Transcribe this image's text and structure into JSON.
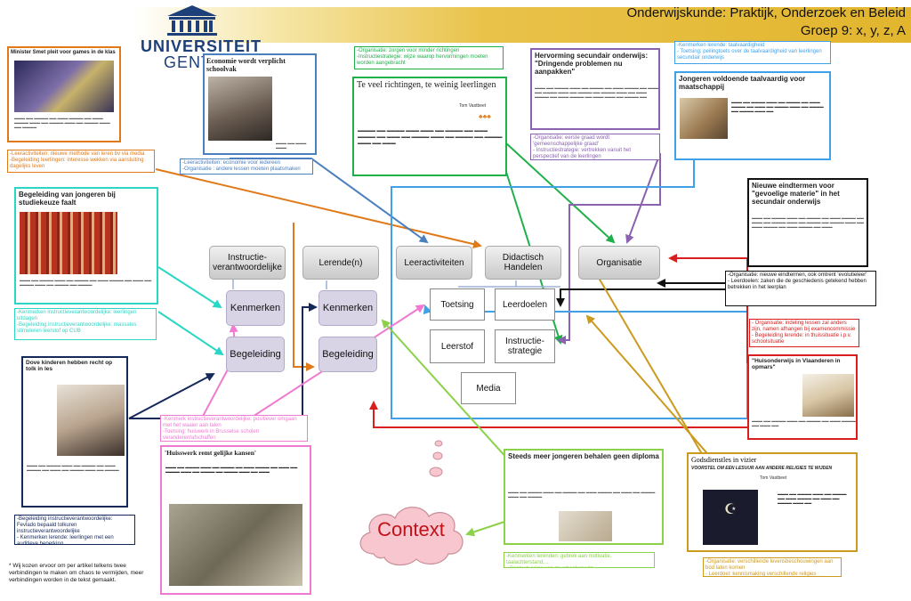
{
  "header": {
    "title_line1": "Onderwijskunde: Praktijk, Onderzoek en Beleid",
    "title_line2": "Groep 9: x, y, z, A"
  },
  "logo": {
    "line1": "UNIVERSITEIT",
    "line2": "GENT"
  },
  "nodes": {
    "instructie": "Instructie-verantwoordelijke",
    "lerende": "Lerende(n)",
    "leeractiviteiten": "Leeractiviteiten",
    "didactisch": "Didactisch Handelen",
    "organisatie": "Organisatie",
    "kenmerken1": "Kenmerken",
    "begeleiding1": "Begeleiding",
    "kenmerken2": "Kenmerken",
    "begeleiding2": "Begeleiding",
    "toetsing": "Toetsing",
    "leerdoelen": "Leerdoelen",
    "leerstof": "Leerstof",
    "instructiestrategie": "Instructie-strategie",
    "media": "Media",
    "context": "Context"
  },
  "notes": {
    "orange": "-Leeractiviteiten: nieuwe methode van leren bv via media\n-Begeleiding leerlingen: interesse wekken via aansluiting dagelijks leven",
    "blue_eco": "-Leeractiviteiten: economie voor iedereen\n-Organisatie : andere lessen moeten plaatsmaken",
    "green_top": "-Organisatie: zorgen voor minder richtingen\n-Instructiestrategie: wijze waarop hervormingen moeten worden aangebracht",
    "purple_mid": "-Organisatie: eerste graad wordt 'gemeenschappelijke graad'\n- Instructiestrategie: vertrekken vanuit het perspectief van de leerlingen",
    "blue_right": "-Kenmerken lerende: taalvaardigheid\n- Toetsing: peilingtoets over de taalvaardigheid van leerlingen secundair onderwijs",
    "black_right": "-Organisatie: nieuwe eindtermen, ook omtrent 'evolutieleer'\n- Leerdoelen: zaken die de geschiedenis getekend hebben betrekken in het leerplan",
    "red_right": "- Organisatie: indeling lessen zal anders zijn, namen afhangen bij examencommissie\n- Begeleiding lerende: in thuissituatie i.p.v. schoolsituatie",
    "cyan_left": "-Kenmerken instructieverantwoordelijke: leerlingen uitdagen\n-Begeleiding instructieverantwoordelijke: massales stimuleren leerstof op CUB",
    "pink_mid": "-Kenmerk instructieverantwoordelijke: positiever omgaan met het waaier aan talen\n-Toetsing: huiswerk in Brusselse scholen veranderen/afschaffen",
    "navy_left": "-Begeleiding instructieverantwoordelijke: Fevlado bepaald tolkuren instructieverantwoordelijke\n- Kenmerken lerende: leerlingen met een auditieve beperking",
    "lime_bottom": "-Kenmerken lerenden: gebrek aan motivatie, taalachterstand,...\n- Context: crisis van de arbeidsmarkt",
    "gold_bottom": "-Organisatie: verschillende levensbeschouwingen aan bod laten komen\n- Leerdoel: kennismaking verschillende religies",
    "footnote": "* Wij kozen ervoor om per artikel telkens twee verbindingen te maken om chaos te vermijden, meer verbindingen worden in de tekst gemaakt."
  },
  "articles": {
    "a1": {
      "title": "Minister Smet pleit voor games in de klas"
    },
    "a2": {
      "title": "Economie wordt verplicht schoolvak"
    },
    "a3": {
      "title": "Te veel richtingen, te weinig leerlingen",
      "author": "Tom Vastbeet"
    },
    "a4": {
      "title": "Hervorming secundair onderwijs: \"Dringende problemen nu aanpakken\""
    },
    "a5": {
      "title": "Jongeren voldoende taalvaardig voor maatschappij"
    },
    "a6": {
      "title": "Nieuwe eindtermen voor \"gevoelige materie\" in het secundair onderwijs"
    },
    "a7": {
      "title": "Begeleiding van jongeren bij studiekeuze faalt"
    },
    "a8": {
      "title": "Dove kinderen hebben recht op tolk in les"
    },
    "a9": {
      "title": "'Huisswerk remt gelijke kansen'"
    },
    "a10": {
      "title": "Steeds meer jongeren behalen geen diploma"
    },
    "a11": {
      "title": "\"Huisonderwijs in Vlaanderen in opmars\""
    },
    "a12": {
      "title": "Godsdienstles in vizier",
      "subtitle": "VOORSTEL OM EEN LESUUR AAN ANDERE RELIGIES TE WIJDEN",
      "author": "Tom Vastbeet"
    }
  },
  "colors": {
    "orange": "#e07a18",
    "blue": "#4a7fc0",
    "green": "#1fb04a",
    "purple": "#8a62b0",
    "cyan": "#2ad6c4",
    "pink": "#f07ad0",
    "navy": "#14285a",
    "red": "#d81e1e",
    "lime": "#8cd14a",
    "gold": "#cc9a1e",
    "black": "#111111",
    "skyblue": "#3fa1e8"
  }
}
